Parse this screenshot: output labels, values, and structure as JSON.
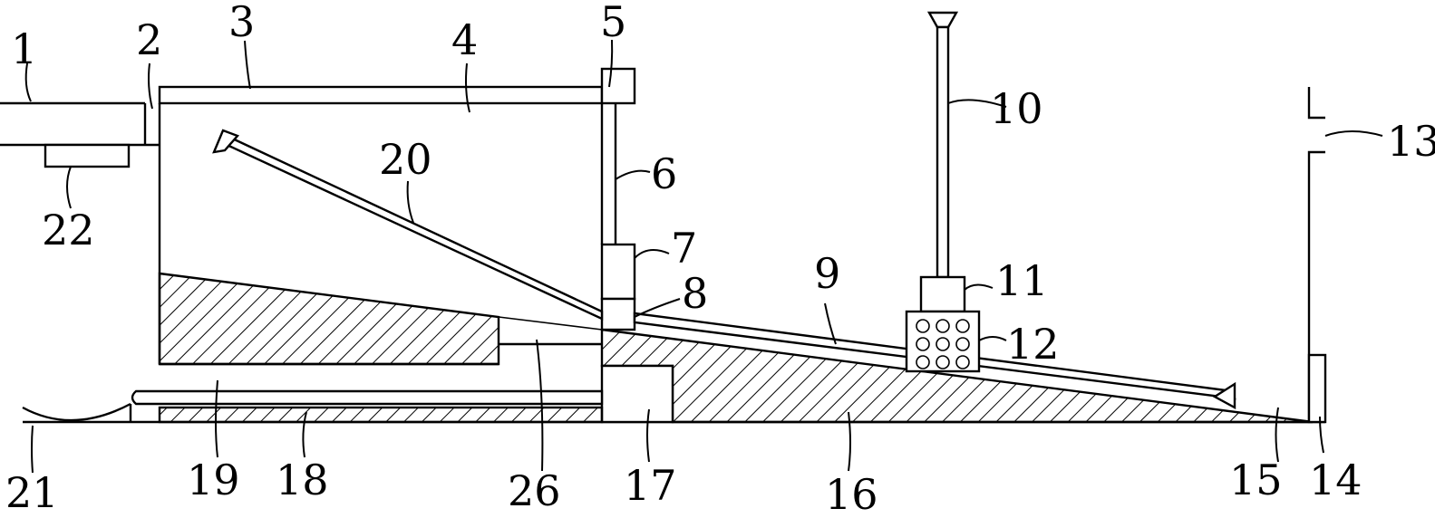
{
  "labels": {
    "l1": "1",
    "l2": "2",
    "l3": "3",
    "l4": "4",
    "l5": "5",
    "l6": "6",
    "l7": "7",
    "l8": "8",
    "l9": "9",
    "l10": "10",
    "l11": "11",
    "l12": "12",
    "l13": "13",
    "l14": "14",
    "l15": "15",
    "l16": "16",
    "l17": "17",
    "l18": "18",
    "l19": "19",
    "l20": "20",
    "l21": "21",
    "l22": "22",
    "l26": "26"
  },
  "colors": {
    "line": "#000000",
    "background": "#ffffff"
  }
}
